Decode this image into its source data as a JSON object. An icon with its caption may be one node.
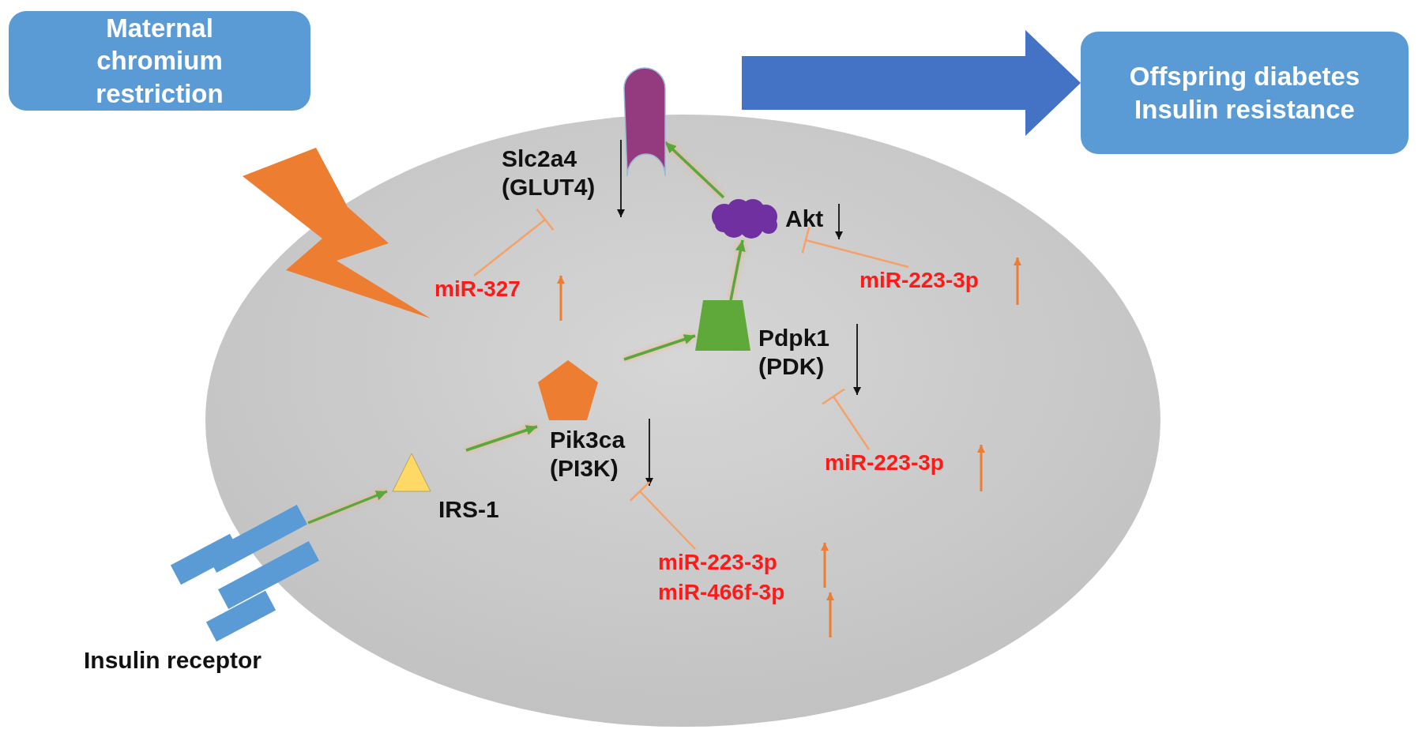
{
  "diagram": {
    "nodes": [
      {
        "text": [
          "Maternal chromium restriction"
        ]
      },
      {
        "text": [
          "Offspring diabetes Insulin resistance"
        ]
      },
      {
        "text": [],
        "shape": "ellipse"
      },
      {
        "text": [
          "Insulin receptor"
        ]
      },
      {
        "text": [
          "IRS-1"
        ],
        "in": 2
      },
      {
        "text": [
          "Pik3ca (PI3K)"
        ],
        "in": 2
      },
      {
        "text": [
          "Pdpk1 (PDK)"
        ],
        "in": 2
      },
      {
        "text": [
          "Akt"
        ],
        "in": 2
      },
      {
        "text": [
          "Slc2a4 (GLUT4)"
        ]
      },
      {
        "text": [
          "miR-327"
        ],
        "in": 2
      },
      {
        "text": [
          "miR-223-3p"
        ],
        "in": 2
      },
      {
        "text": [
          "miR-223-3p"
        ],
        "in": 2
      },
      {
        "text": [
          "miR-223-3p",
          "miR-466f-3p"
        ],
        "in": 2
      }
    ],
    "edges": [
      {
        "from": 3,
        "to": 4,
        "arrow": "to"
      },
      {
        "from": 4,
        "to": 5,
        "arrow": "to"
      },
      {
        "from": 5,
        "to": 6,
        "arrow": "to"
      },
      {
        "from": 6,
        "to": 7,
        "arrow": "to"
      },
      {
        "from": 7,
        "to": 8,
        "arrow": "to"
      },
      {
        "from": 9,
        "to": 8,
        "arrow": "other",
        "color": "#f4a26a"
      },
      {
        "from": 10,
        "to": 7,
        "arrow": "other",
        "color": "#f4a26a"
      },
      {
        "from": 11,
        "to": 6,
        "arrow": "other",
        "color": "#f4a26a"
      },
      {
        "from": 12,
        "to": 5,
        "arrow": "other",
        "color": "#f4a26a"
      },
      {
        "from": null,
        "to": 1,
        "arrow": "to",
        "style": "thick",
        "color": "#4472c4"
      }
    ]
  }
}
